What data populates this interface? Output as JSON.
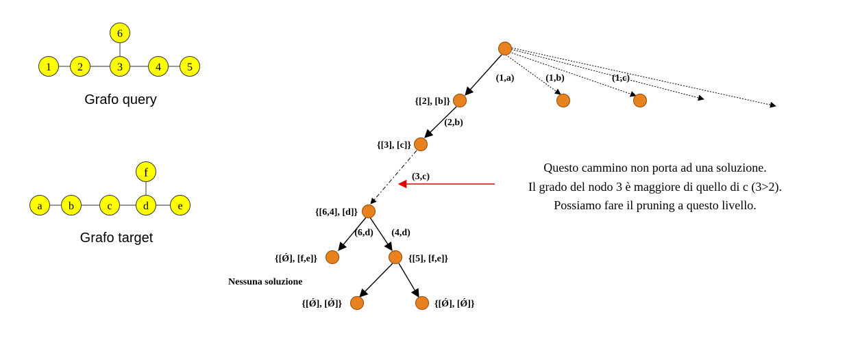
{
  "query_graph": {
    "caption": "Grafo query",
    "nodes": [
      "1",
      "2",
      "3",
      "4",
      "5",
      "6"
    ]
  },
  "target_graph": {
    "caption": "Grafo target",
    "nodes": [
      "a",
      "b",
      "c",
      "d",
      "e",
      "f"
    ]
  },
  "tree": {
    "edge_labels": {
      "e1a": "(1,a)",
      "e1b": "(1,b)",
      "e1c": "(1,c)",
      "e2b": "(2,b)",
      "e3c": "(3,c)",
      "e6d": "(6,d)",
      "e4d": "(4,d)"
    },
    "set_labels": {
      "n2b": "{[2], [b]}",
      "n3c": "{[3], [c]}",
      "n64d": "{[6,4], [d]}",
      "n6d": "{[Ǿ], [f,e]}",
      "n4d": "{[5], [f,e]}",
      "nleafL": "{[Ǿ], [Ǿ]}",
      "nleafR": "{[Ǿ], [Ǿ]}"
    },
    "no_solution": "Nessuna soluzione"
  },
  "annotation": {
    "line1": "Questo cammino non porta ad una soluzione.",
    "line2": "Il grado del nodo 3 è maggiore di quello di c (3>2).",
    "line3": "Possiamo fare il pruning a questo livello."
  },
  "colors": {
    "graph_node_fill": "#ffff00",
    "tree_node_fill": "#e8821e",
    "tree_node_stroke": "#a0561a",
    "pointer_arrow": "#e00000"
  }
}
